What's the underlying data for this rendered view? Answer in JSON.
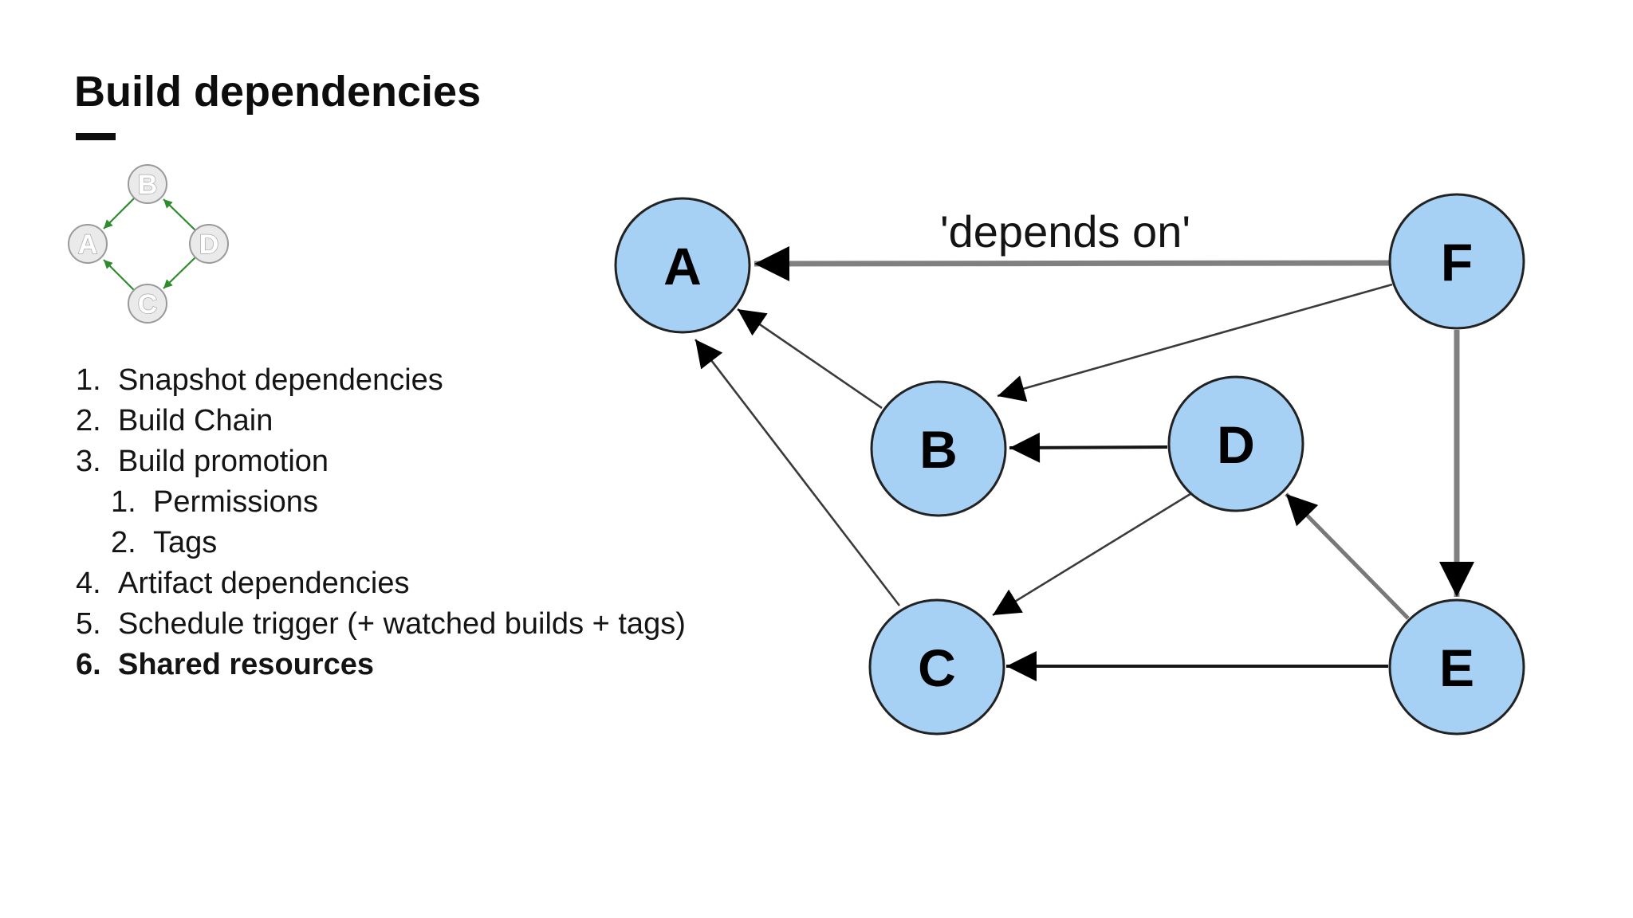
{
  "slide": {
    "title": "Build dependencies"
  },
  "list": {
    "items": [
      {
        "num": "1.",
        "text": "Snapshot dependencies"
      },
      {
        "num": "2.",
        "text": "Build Chain"
      },
      {
        "num": "3.",
        "text": "Build promotion"
      },
      {
        "num": "1.",
        "text": "Permissions"
      },
      {
        "num": "2.",
        "text": "Tags"
      },
      {
        "num": "4.",
        "text": "Artifact dependencies"
      },
      {
        "num": "5.",
        "text": "Schedule trigger (+ watched builds + tags)"
      },
      {
        "num": "6.",
        "text": "Shared resources"
      }
    ]
  },
  "thumbnail": {
    "nodes": [
      {
        "label": "B"
      },
      {
        "label": "A"
      },
      {
        "label": "D"
      },
      {
        "label": "C"
      }
    ],
    "edges": [
      {
        "from": "B",
        "to": "A"
      },
      {
        "from": "D",
        "to": "B"
      },
      {
        "from": "D",
        "to": "C"
      },
      {
        "from": "C",
        "to": "A"
      }
    ],
    "node_fill": "#eaeaea",
    "arrow_color": "#2e8b2e"
  },
  "graph": {
    "edge_label": "'depends on'",
    "nodes": [
      {
        "label": "A"
      },
      {
        "label": "B"
      },
      {
        "label": "C"
      },
      {
        "label": "D"
      },
      {
        "label": "E"
      },
      {
        "label": "F"
      }
    ],
    "edges": [
      {
        "from": "F",
        "to": "A"
      },
      {
        "from": "F",
        "to": "B"
      },
      {
        "from": "F",
        "to": "E"
      },
      {
        "from": "D",
        "to": "B"
      },
      {
        "from": "D",
        "to": "C"
      },
      {
        "from": "E",
        "to": "D"
      },
      {
        "from": "E",
        "to": "C"
      },
      {
        "from": "B",
        "to": "A"
      },
      {
        "from": "C",
        "to": "A"
      }
    ],
    "node_fill": "#a7d1f4",
    "thick_edge_color": "#808080",
    "arrowhead_color": "#000000"
  }
}
